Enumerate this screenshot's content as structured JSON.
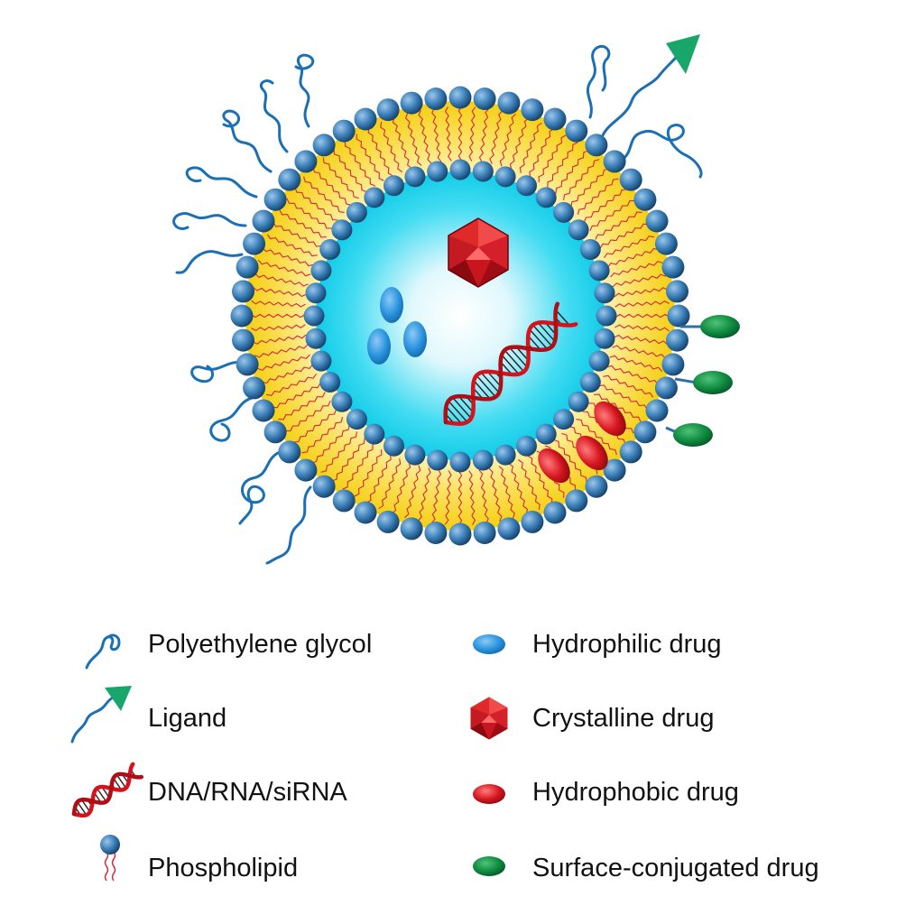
{
  "colors": {
    "phospholipid_head": "#2f6fa6",
    "lipid_tail": "#d4263a",
    "bilayer_fill": "#f7d31a",
    "core_fill": "#1fd3ee",
    "peg": "#1a6fb5",
    "ligand_arrow": "#19a66a",
    "hydrophilic_drug": "#2a93de",
    "crystalline_drug": "#d8121c",
    "hydrophobic_drug": "#d61620",
    "surface_drug": "#0e8a3e",
    "dna": "#d8121c"
  },
  "legend": {
    "peg": {
      "label": "Polyethylene glycol",
      "icon": "peg-coil-icon"
    },
    "ligand": {
      "label": "Ligand",
      "icon": "ligand-arrow-icon"
    },
    "dna": {
      "label": "DNA/RNA/siRNA",
      "icon": "dna-helix-icon"
    },
    "phospholipid": {
      "label": "Phospholipid",
      "icon": "phospholipid-icon"
    },
    "hydrophilic": {
      "label": "Hydrophilic drug",
      "icon": "blue-ellipse-icon"
    },
    "crystalline": {
      "label": "Crystalline drug",
      "icon": "red-crystal-icon"
    },
    "hydrophobic": {
      "label": "Hydrophobic drug",
      "icon": "red-ellipse-icon"
    },
    "surface": {
      "label": "Surface-conjugated drug",
      "icon": "green-ellipse-icon"
    }
  }
}
